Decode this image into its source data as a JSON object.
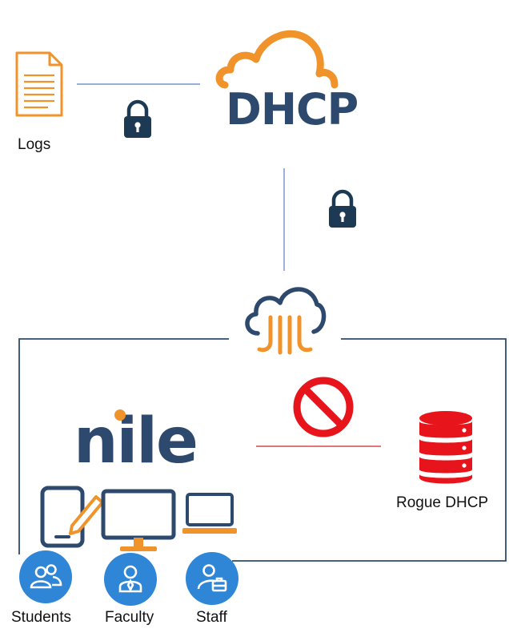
{
  "logs": {
    "label": "Logs"
  },
  "dhcp_server": {
    "label": "DHCP"
  },
  "nile": {
    "label": "nile"
  },
  "rogue": {
    "label": "Rogue DHCP"
  },
  "users": [
    {
      "label": "Students",
      "icon": "students-icon"
    },
    {
      "label": "Faculty",
      "icon": "faculty-icon"
    },
    {
      "label": "Staff",
      "icon": "staff-icon"
    }
  ],
  "colors": {
    "navy": "#2d4a6e",
    "orange": "#f0932b",
    "blue_circle": "#2f86d6",
    "red": "#e8141b",
    "line": "#5b7fbf",
    "lock": "#1d3a55"
  }
}
